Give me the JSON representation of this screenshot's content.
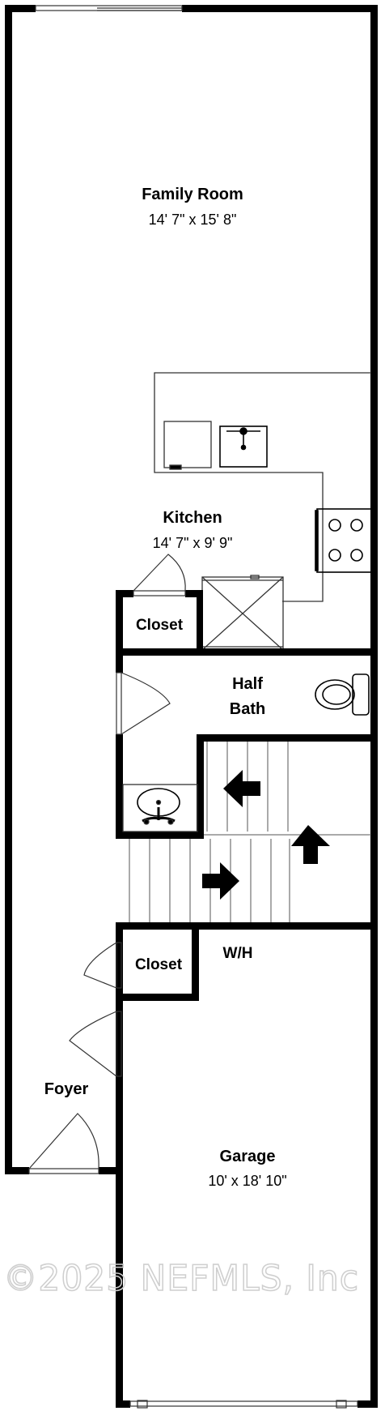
{
  "rooms": {
    "family_room": {
      "name": "Family Room",
      "dims": "14' 7\" x 15' 8\""
    },
    "kitchen": {
      "name": "Kitchen",
      "dims": "14' 7\" x 9' 9\""
    },
    "closet_upper": {
      "name": "Closet"
    },
    "half_bath": {
      "line1": "Half",
      "line2": "Bath"
    },
    "closet_lower": {
      "name": "Closet"
    },
    "water_heater": {
      "name": "W/H"
    },
    "foyer": {
      "name": "Foyer"
    },
    "garage": {
      "name": "Garage",
      "dims": "10' x 18' 10\""
    }
  },
  "watermark": "©2025 NEFMLS, Inc",
  "colors": {
    "wall": "#000000",
    "line": "#333333",
    "watermark": "#cfcfcf",
    "background": "#ffffff"
  },
  "icons": [
    "sink-icon",
    "stove-icon",
    "toilet-icon",
    "vanity-sink-icon",
    "stair-arrow-icon"
  ]
}
